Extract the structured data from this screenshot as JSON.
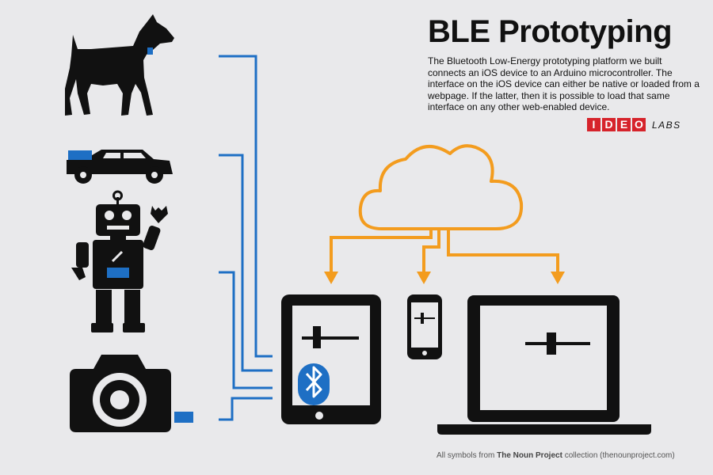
{
  "header": {
    "title": "BLE Prototyping",
    "description": "The Bluetooth Low-Energy prototyping platform we built connects an iOS device to an Arduino microcontroller. The interface on the iOS device can either be native or loaded from a webpage. If the latter, then it is possible to load that same interface on any other web-enabled device."
  },
  "logo": {
    "letters": [
      "I",
      "D",
      "E",
      "O"
    ],
    "suffix": "LABS"
  },
  "credit": {
    "prefix": "All symbols from ",
    "source": "The Noun Project",
    "suffix": " collection (thenounproject.com)"
  },
  "icons": {
    "left_objects": [
      "dog-icon",
      "car-icon",
      "robot-icon",
      "camera-icon"
    ],
    "cloud": "cloud-icon",
    "devices": [
      "tablet-icon",
      "phone-icon",
      "laptop-icon"
    ],
    "bluetooth": "bluetooth-icon",
    "slider": "slider-icon"
  },
  "colors": {
    "background": "#e9e9eb",
    "blue_connector": "#1e6fc4",
    "orange_connector": "#f39c1e",
    "logo_red": "#d6232b",
    "ink": "#111111"
  }
}
